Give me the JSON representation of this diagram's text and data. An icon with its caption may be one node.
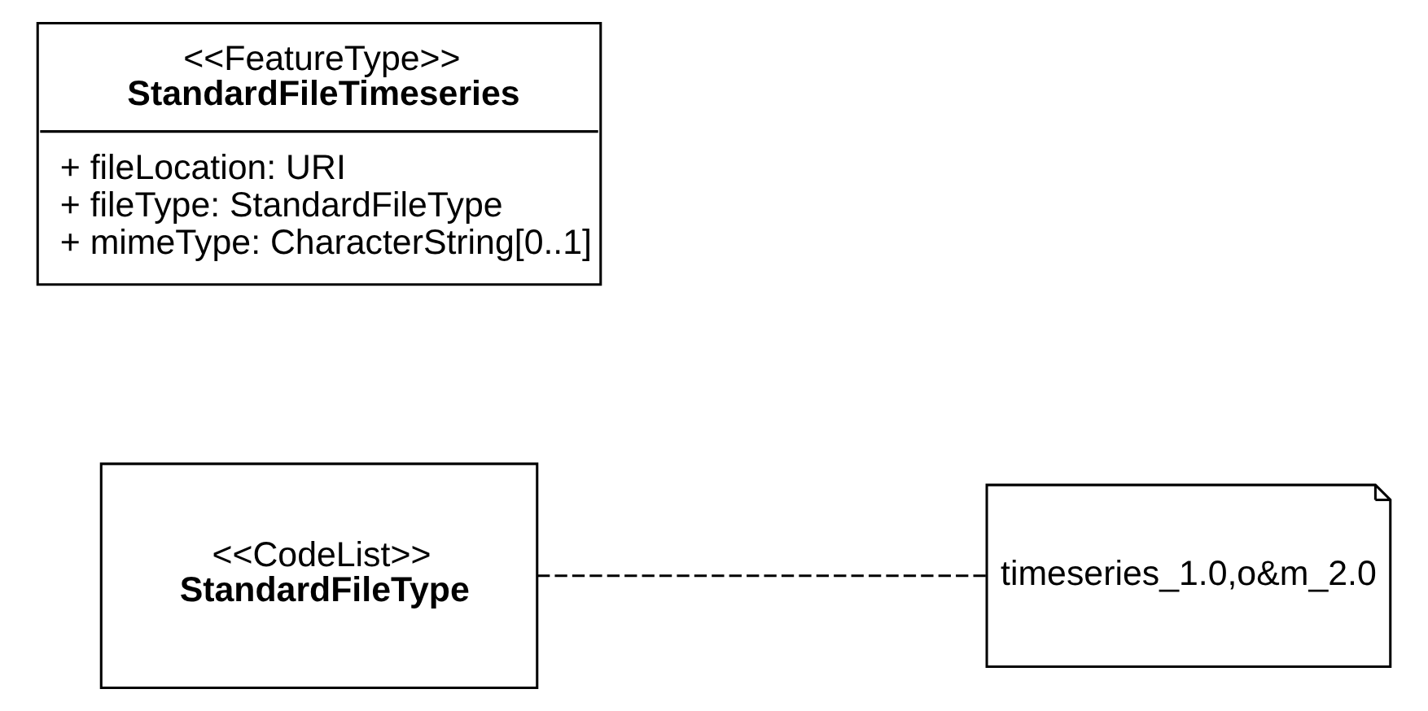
{
  "diagram": {
    "nodes": [
      {
        "text": [
          "<<FeatureType>>",
          "StandardFileTimeseries",
          "+ fileLocation: URI",
          "+ fileType: StandardFileType",
          "+ mimeType: CharacterString[0..1]"
        ]
      },
      {
        "text": [
          "<<CodeList>>",
          "StandardFileType"
        ]
      },
      {
        "text": [
          "timeseries_1.0,o&m_2.0"
        ]
      }
    ],
    "edges": [
      {
        "from": 1,
        "to": 2,
        "arrow": "none",
        "style": "dashed"
      }
    ]
  }
}
